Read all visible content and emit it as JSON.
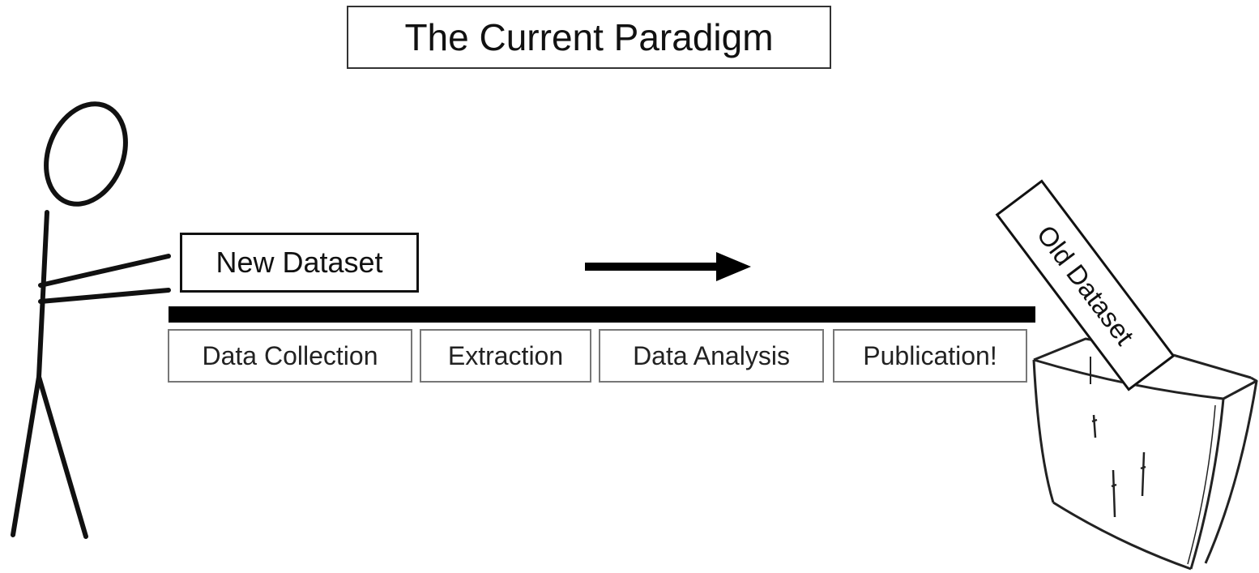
{
  "title": "The Current Paradigm",
  "new_dataset_label": "New Dataset",
  "old_dataset_label": "Old Dataset",
  "stages": [
    "Data Collection",
    "Extraction",
    "Data Analysis",
    "Publication!"
  ],
  "icons": {
    "person": "stick-figure-icon",
    "arrow": "arrow-right-icon",
    "bin": "trash-bin-icon"
  },
  "colors": {
    "ink": "#111111",
    "stage_border": "#777777"
  }
}
